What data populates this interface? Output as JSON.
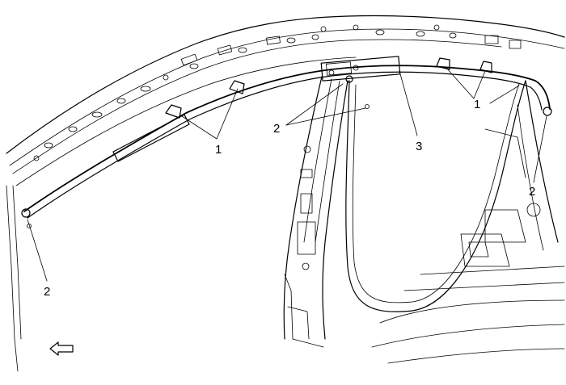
{
  "callouts": {
    "fastener_clip": "1",
    "bolt": "2",
    "side_curtain_airbag": "3"
  },
  "direction_arrow": {
    "icon": "arrow-left-icon",
    "orientation": "left"
  },
  "colors": {
    "line": "#000000",
    "background": "#ffffff"
  }
}
